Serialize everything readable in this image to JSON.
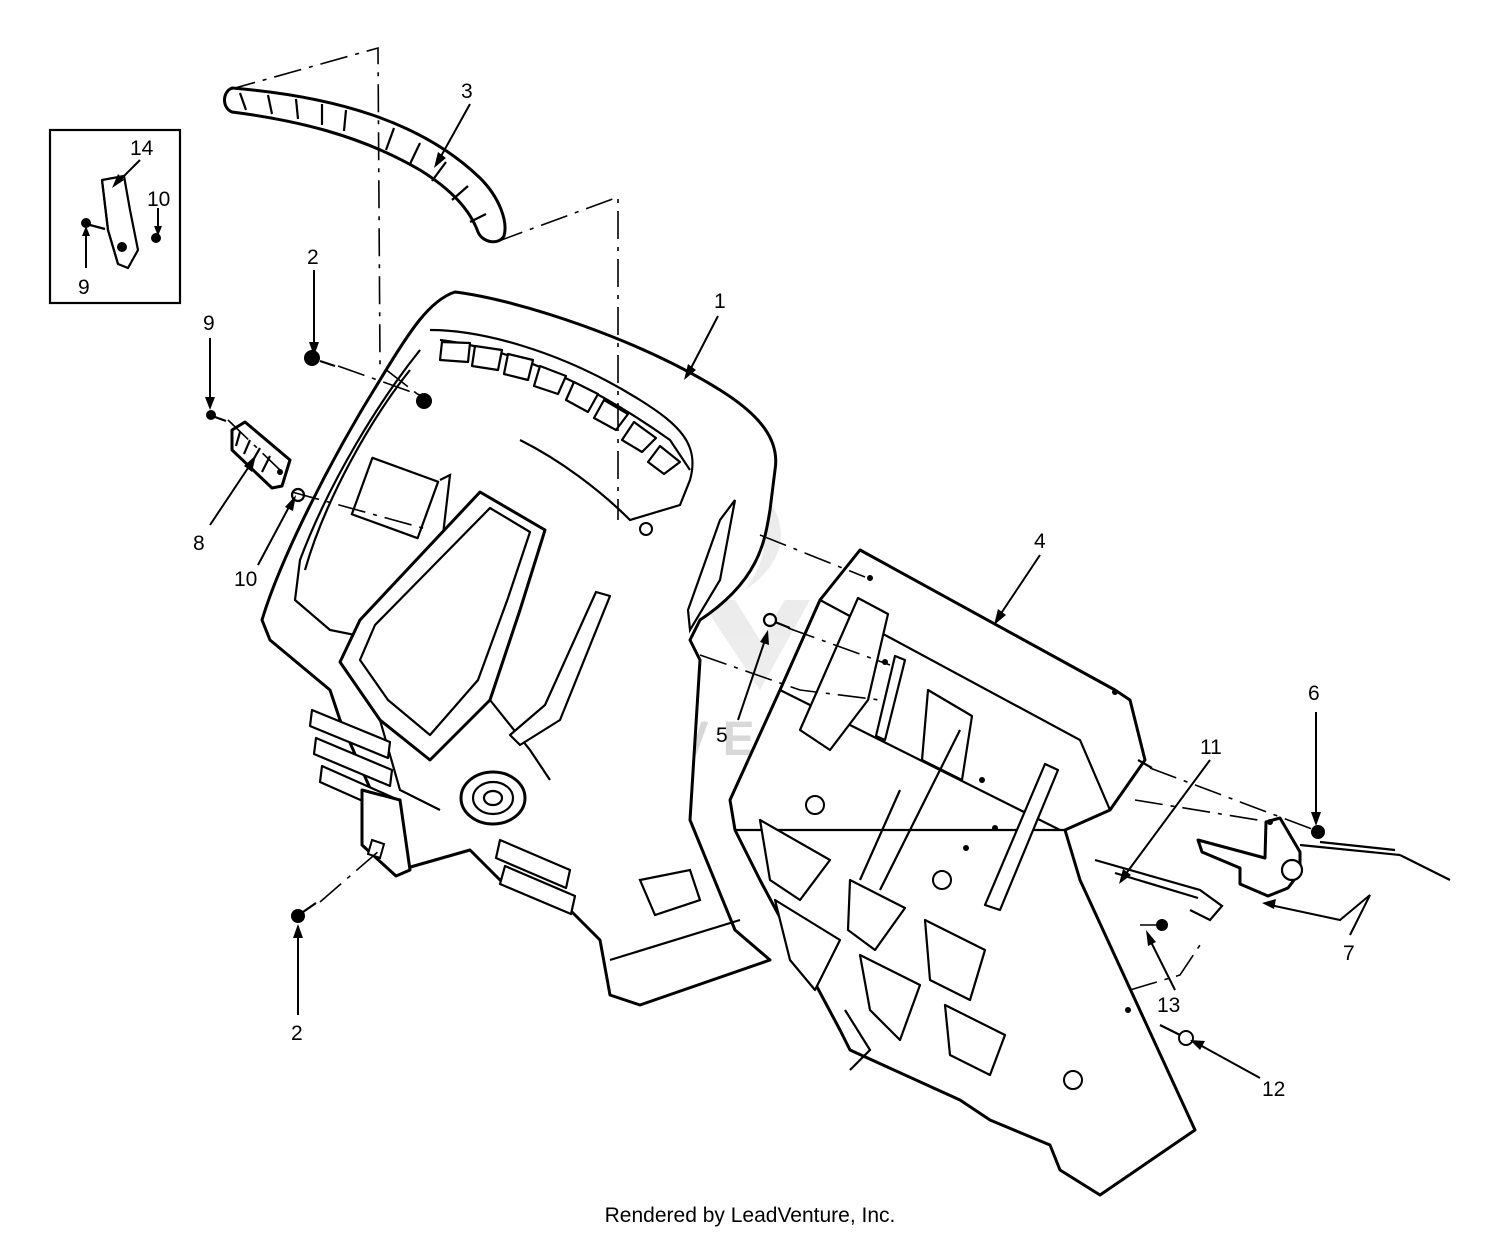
{
  "watermark": "LEADVENTURE",
  "callouts": [
    {
      "id": "c1",
      "label": "1"
    },
    {
      "id": "c2a",
      "label": "2"
    },
    {
      "id": "c2b",
      "label": "2"
    },
    {
      "id": "c3",
      "label": "3"
    },
    {
      "id": "c4",
      "label": "4"
    },
    {
      "id": "c5",
      "label": "5"
    },
    {
      "id": "c6",
      "label": "6"
    },
    {
      "id": "c7",
      "label": "7"
    },
    {
      "id": "c8",
      "label": "8"
    },
    {
      "id": "c9a",
      "label": "9"
    },
    {
      "id": "c9b",
      "label": "9"
    },
    {
      "id": "c10a",
      "label": "10"
    },
    {
      "id": "c10b",
      "label": "10"
    },
    {
      "id": "c11",
      "label": "11"
    },
    {
      "id": "c12",
      "label": "12"
    },
    {
      "id": "c13",
      "label": "13"
    },
    {
      "id": "c14",
      "label": "14"
    }
  ],
  "credit": "Rendered by LeadVenture, Inc."
}
